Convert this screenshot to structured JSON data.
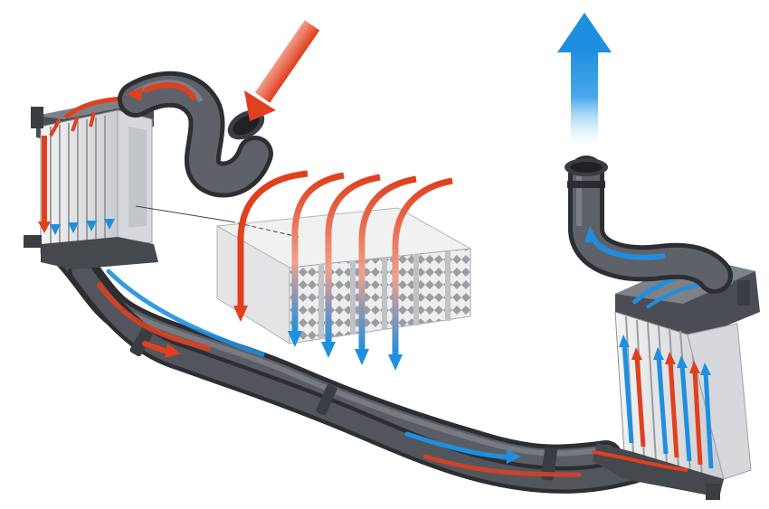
{
  "diagram": {
    "labels": [],
    "components": [
      {
        "name": "left-intercooler"
      },
      {
        "name": "right-intercooler"
      },
      {
        "name": "intercooler-core-cutaway"
      },
      {
        "name": "connecting-pipe"
      },
      {
        "name": "left-inlet-elbow"
      },
      {
        "name": "right-outlet-elbow"
      }
    ],
    "flows": [
      {
        "name": "hot-air",
        "color": "#e0401e"
      },
      {
        "name": "cooled-air",
        "color": "#1e8fe0"
      }
    ],
    "colors": {
      "hot": "#e0401e",
      "hot_light": "#f4a28a",
      "cold": "#1e8fe0",
      "cold_light": "#8fcaf5",
      "pipe_dark": "#3c3f44",
      "pipe_mid": "#5e6268",
      "pipe_light": "#8a8e94",
      "fin_light": "#e8e8e8",
      "fin_shadow": "#b9bcc0"
    }
  }
}
